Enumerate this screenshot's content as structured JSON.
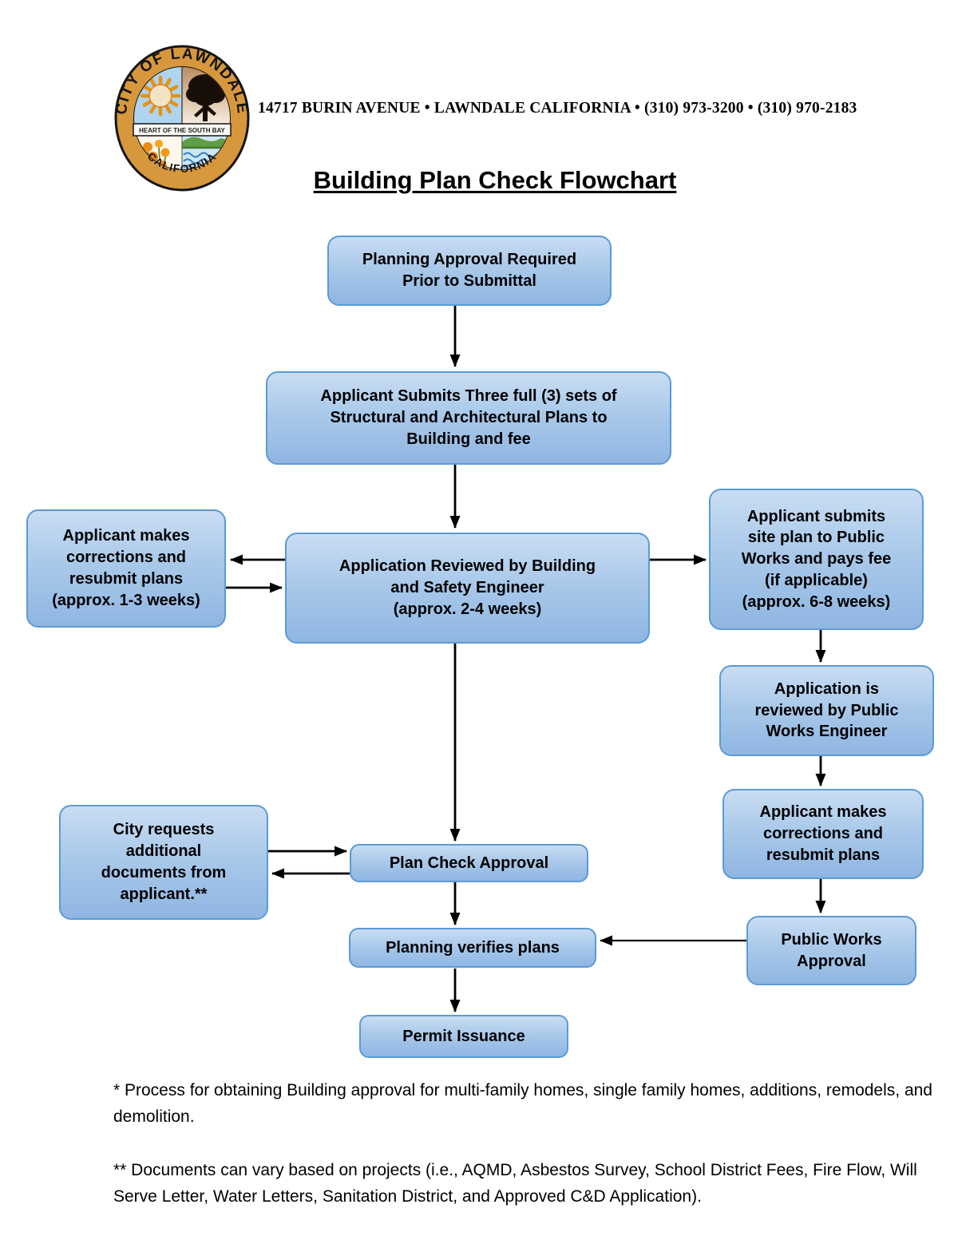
{
  "header": {
    "address": "14717 BURIN AVENUE • LAWNDALE CALIFORNIA • (310) 973-3200 • (310) 970-2183",
    "title": "Building Plan Check Flowchart",
    "seal": {
      "arc_top": "CITY OF LAWNDALE",
      "arc_bottom": "CALIFORNIA",
      "band": "HEART OF THE SOUTH BAY"
    }
  },
  "flowchart": {
    "nodes": [
      {
        "id": "planning-approval-required",
        "label": "Planning Approval Required\nPrior to Submittal"
      },
      {
        "id": "applicant-submits-plans",
        "label": "Applicant Submits Three full (3) sets of\nStructural and Architectural Plans to\nBuilding and fee"
      },
      {
        "id": "applicant-corrections-building",
        "label": "Applicant makes\ncorrections and\nresubmit plans\n(approx. 1-3 weeks)"
      },
      {
        "id": "application-reviewed-building-safety",
        "label": "Application Reviewed by Building\nand Safety Engineer\n(approx. 2-4 weeks)"
      },
      {
        "id": "applicant-submits-site-plan",
        "label": "Applicant submits\nsite plan to Public\nWorks and pays fee\n(if applicable)\n(approx. 6-8 weeks)"
      },
      {
        "id": "application-reviewed-public-works",
        "label": "Application is\nreviewed by Public\nWorks Engineer"
      },
      {
        "id": "applicant-corrections-public-works",
        "label": "Applicant makes\ncorrections and\nresubmit plans"
      },
      {
        "id": "city-requests-documents",
        "label": "City requests\nadditional\ndocuments from\napplicant.**"
      },
      {
        "id": "plan-check-approval",
        "label": "Plan Check Approval"
      },
      {
        "id": "planning-verifies-plans",
        "label": "Planning verifies plans"
      },
      {
        "id": "public-works-approval",
        "label": "Public Works\nApproval"
      },
      {
        "id": "permit-issuance",
        "label": "Permit Issuance"
      }
    ],
    "connections": [
      {
        "from": "planning-approval-required",
        "to": "applicant-submits-plans"
      },
      {
        "from": "applicant-submits-plans",
        "to": "application-reviewed-building-safety"
      },
      {
        "from": "application-reviewed-building-safety",
        "to": "applicant-corrections-building"
      },
      {
        "from": "applicant-corrections-building",
        "to": "application-reviewed-building-safety"
      },
      {
        "from": "application-reviewed-building-safety",
        "to": "applicant-submits-site-plan"
      },
      {
        "from": "application-reviewed-building-safety",
        "to": "plan-check-approval"
      },
      {
        "from": "applicant-submits-site-plan",
        "to": "application-reviewed-public-works"
      },
      {
        "from": "application-reviewed-public-works",
        "to": "applicant-corrections-public-works"
      },
      {
        "from": "applicant-corrections-public-works",
        "to": "public-works-approval"
      },
      {
        "from": "city-requests-documents",
        "to": "plan-check-approval"
      },
      {
        "from": "plan-check-approval",
        "to": "city-requests-documents"
      },
      {
        "from": "plan-check-approval",
        "to": "planning-verifies-plans"
      },
      {
        "from": "public-works-approval",
        "to": "planning-verifies-plans"
      },
      {
        "from": "planning-verifies-plans",
        "to": "permit-issuance"
      }
    ]
  },
  "footnotes": [
    "* Process for obtaining Building approval for multi-family homes, single family homes, additions, remodels, and demolition.",
    "** Documents can vary based on projects (i.e., AQMD, Asbestos Survey, School District Fees, Fire Flow, Will Serve Letter, Water Letters, Sanitation District, and Approved C&D Application)."
  ],
  "colors": {
    "node_fill_top": "#c9ddf3",
    "node_fill_bottom": "#8fb6e2",
    "node_border": "#5b9bd5",
    "arrow": "#000000",
    "seal_ring": "#d7973d",
    "text": "#000000",
    "background": "#ffffff"
  }
}
